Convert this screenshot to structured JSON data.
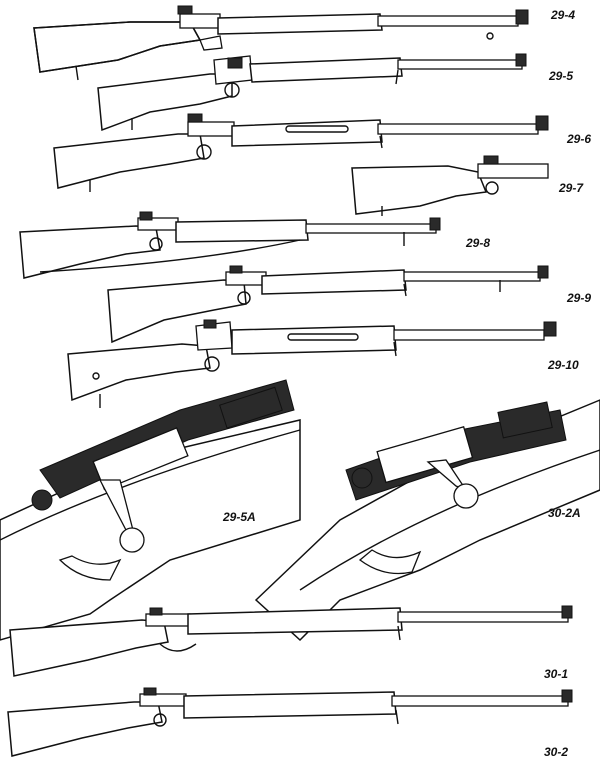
{
  "figures": [
    {
      "id": "rifle-29-4",
      "label": "29-4"
    },
    {
      "id": "rifle-29-5",
      "label": "29-5"
    },
    {
      "id": "rifle-29-6",
      "label": "29-6"
    },
    {
      "id": "rifle-29-7",
      "label": "29-7"
    },
    {
      "id": "rifle-29-8",
      "label": "29-8"
    },
    {
      "id": "rifle-29-9",
      "label": "29-9"
    },
    {
      "id": "rifle-29-10",
      "label": "29-10"
    },
    {
      "id": "detail-29-5a",
      "label": "29-5A"
    },
    {
      "id": "detail-30-2a",
      "label": "30-2A"
    },
    {
      "id": "rifle-30-1",
      "label": "30-1"
    },
    {
      "id": "rifle-30-2",
      "label": "30-2"
    }
  ]
}
